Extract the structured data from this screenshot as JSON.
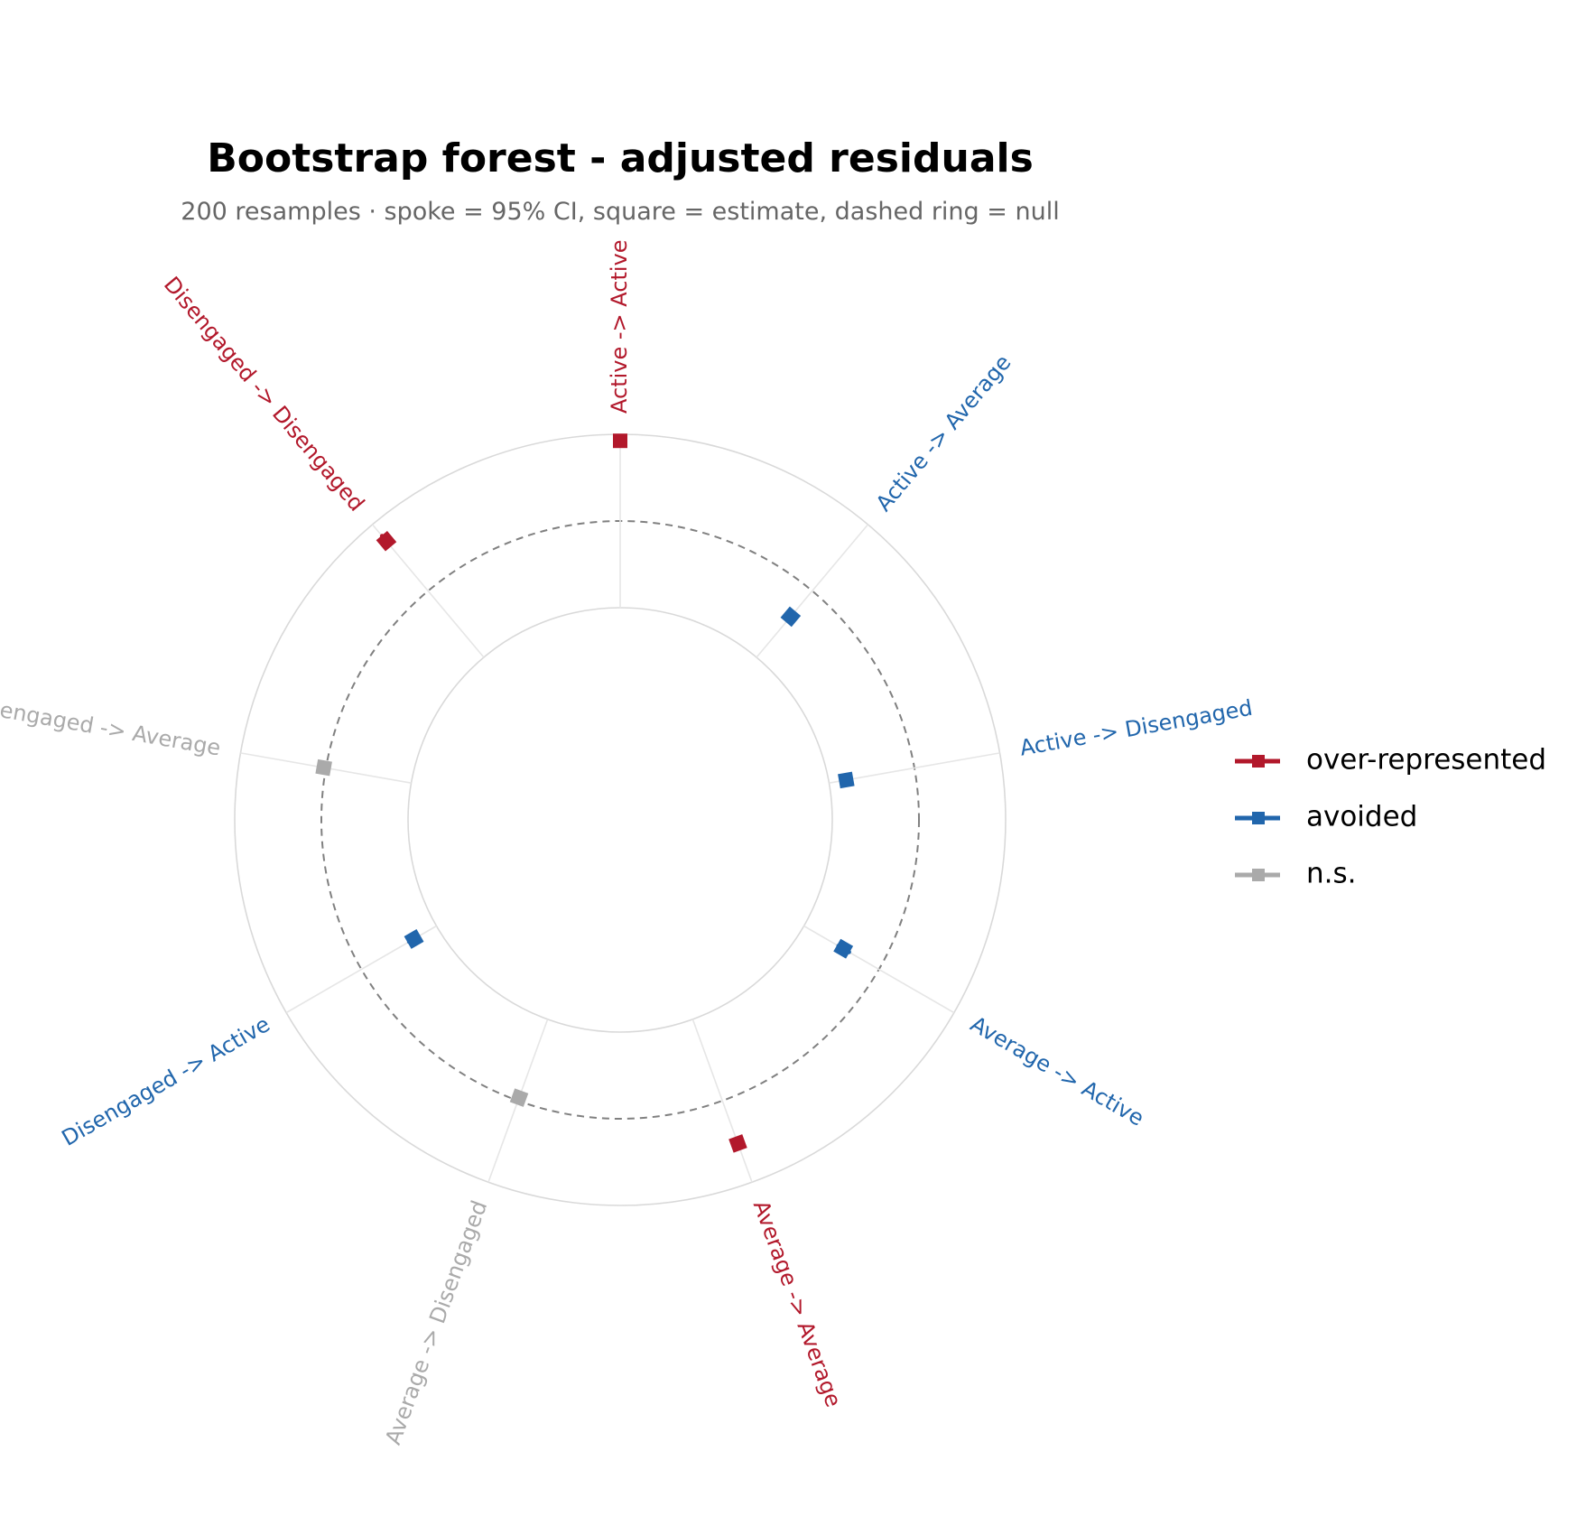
{
  "chart_data": {
    "type": "radial-forest",
    "title": "Bootstrap forest - adjusted residuals",
    "subtitle": "200 resamples · spoke = 95% CI, square = estimate, dashed ring = null",
    "axis": {
      "min": -8,
      "max": 8,
      "null_value": 0,
      "rings": [
        -8,
        8
      ]
    },
    "grid": true,
    "legend_position": "right",
    "colors": {
      "over-represented": "#B2182B",
      "avoided": "#2166AC",
      "n.s.": "#AAAAAA",
      "grid": "#D9D9D9",
      "null_ring": "#808080"
    },
    "legend": [
      {
        "key": "over-represented",
        "label": "over-represented"
      },
      {
        "key": "avoided",
        "label": "avoided"
      },
      {
        "key": "n.s.",
        "label": "n.s."
      }
    ],
    "transitions": [
      {
        "label": "Active -> Active",
        "estimate": 7.4,
        "ci_low": 7.0,
        "ci_high": 7.8,
        "status": "over-represented"
      },
      {
        "label": "Active -> Average",
        "estimate": -3.1,
        "ci_low": -3.4,
        "ci_high": -2.8,
        "status": "avoided"
      },
      {
        "label": "Active -> Disengaged",
        "estimate": -6.4,
        "ci_low": -6.7,
        "ci_high": -6.1,
        "status": "avoided"
      },
      {
        "label": "Average -> Active",
        "estimate": -3.8,
        "ci_low": -4.3,
        "ci_high": -3.2,
        "status": "avoided"
      },
      {
        "label": "Average -> Average",
        "estimate": 4.2,
        "ci_low": 3.8,
        "ci_high": 4.5,
        "status": "over-represented"
      },
      {
        "label": "Average -> Disengaged",
        "estimate": -0.3,
        "ci_low": -0.6,
        "ci_high": -0.1,
        "status": "n.s."
      },
      {
        "label": "Disengaged -> Active",
        "estimate": -5.6,
        "ci_low": -6.0,
        "ci_high": -5.1,
        "status": "avoided"
      },
      {
        "label": "Disengaged -> Average",
        "estimate": 0.2,
        "ci_low": -0.1,
        "ci_high": 0.5,
        "status": "n.s."
      },
      {
        "label": "Disengaged -> Disengaged",
        "estimate": 6.0,
        "ci_low": 5.6,
        "ci_high": 6.6,
        "status": "over-represented"
      }
    ]
  }
}
